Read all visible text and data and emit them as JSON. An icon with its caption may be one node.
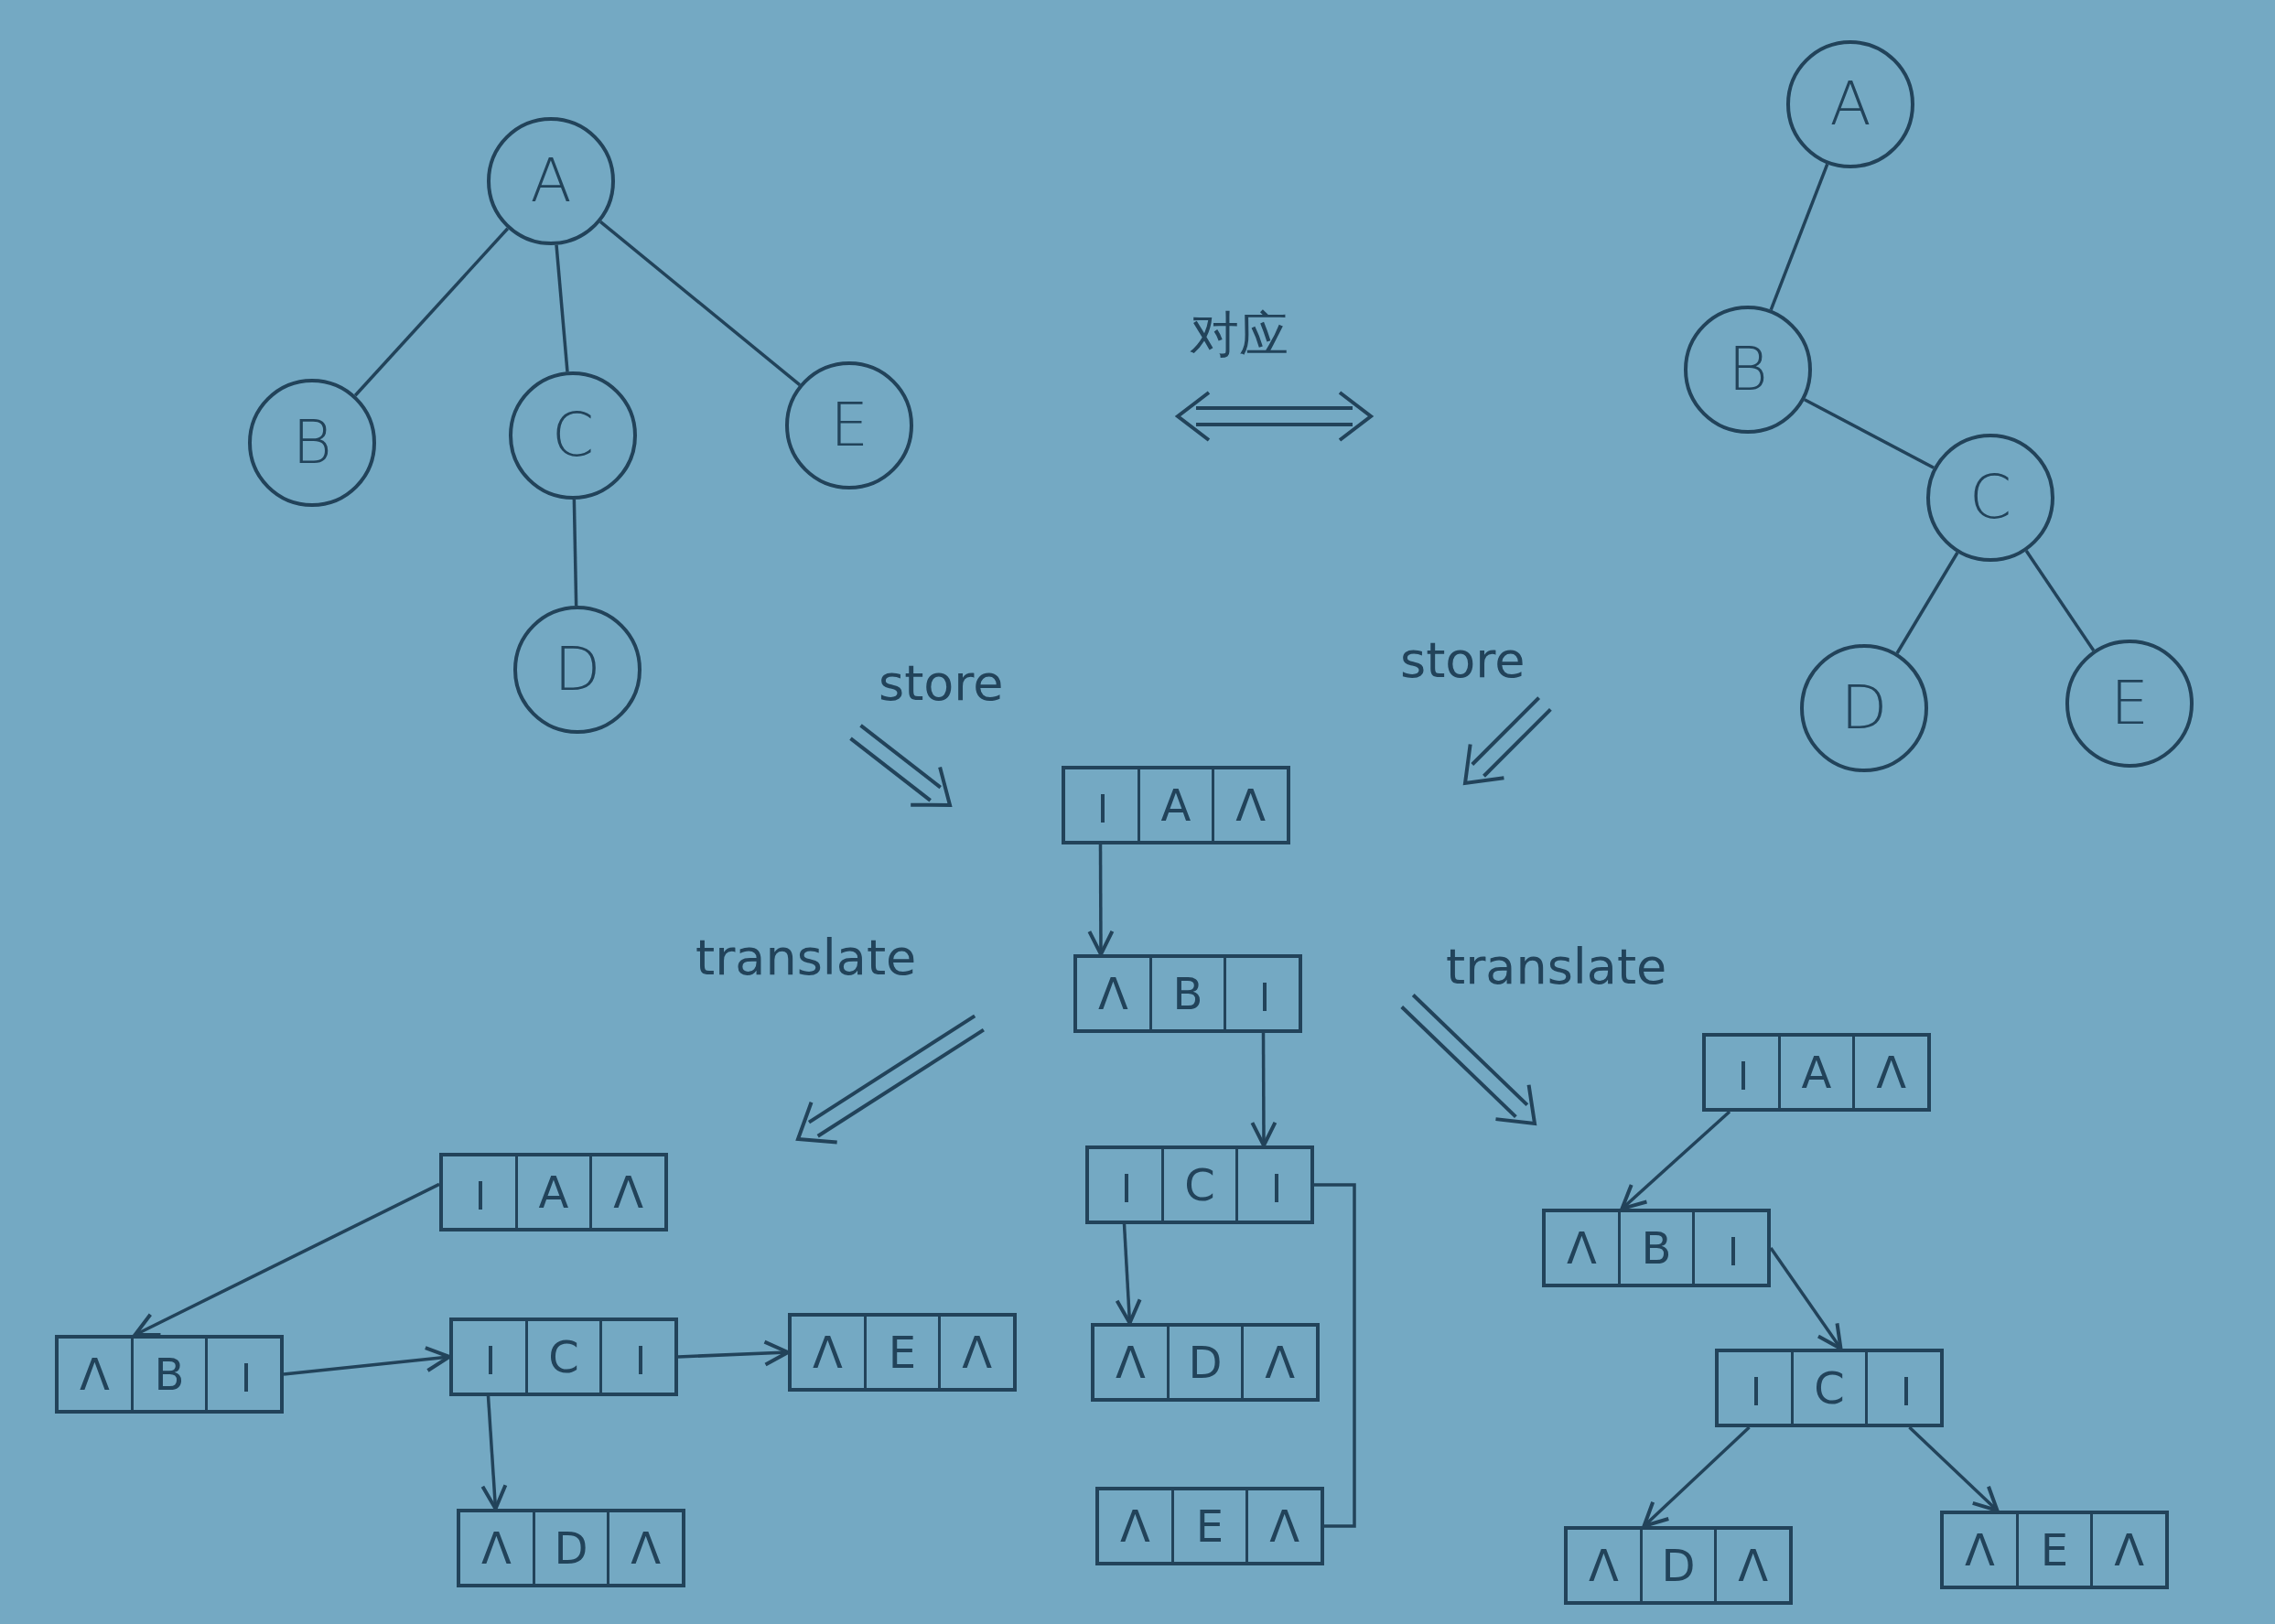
{
  "diagram": {
    "nodes": [
      {
        "text": [
          "A"
        ]
      },
      {
        "text": [
          "B"
        ]
      },
      {
        "text": [
          "C"
        ]
      },
      {
        "text": [
          "E"
        ]
      },
      {
        "text": [
          "D"
        ]
      },
      {
        "text": [
          "A"
        ]
      },
      {
        "text": [
          "B"
        ]
      },
      {
        "text": [
          "C"
        ]
      },
      {
        "text": [
          "D"
        ]
      },
      {
        "text": [
          "E"
        ]
      },
      {
        "text": [
          "A",
          "Λ"
        ]
      },
      {
        "text": [
          "Λ",
          "B"
        ]
      },
      {
        "text": [
          "C"
        ]
      },
      {
        "text": [
          "Λ",
          "D",
          "Λ"
        ]
      },
      {
        "text": [
          "Λ",
          "E",
          "Λ"
        ]
      },
      {
        "text": [
          "A",
          "Λ"
        ]
      },
      {
        "text": [
          "Λ",
          "B"
        ]
      },
      {
        "text": [
          "C"
        ]
      },
      {
        "text": [
          "Λ",
          "E",
          "Λ"
        ]
      },
      {
        "text": [
          "Λ",
          "D",
          "Λ"
        ]
      },
      {
        "text": [
          "A",
          "Λ"
        ]
      },
      {
        "text": [
          "Λ",
          "B"
        ]
      },
      {
        "text": [
          "C"
        ]
      },
      {
        "text": [
          "Λ",
          "D",
          "Λ"
        ]
      },
      {
        "text": [
          "Λ",
          "E",
          "Λ"
        ]
      }
    ],
    "edges": [
      {
        "from": 0,
        "to": 1,
        "arrow": "none"
      },
      {
        "from": 0,
        "to": 2,
        "arrow": "none"
      },
      {
        "from": 0,
        "to": 3,
        "arrow": "none"
      },
      {
        "from": 2,
        "to": 4,
        "arrow": "none"
      },
      {
        "from": 5,
        "to": 6,
        "arrow": "none"
      },
      {
        "from": 6,
        "to": 7,
        "arrow": "none"
      },
      {
        "from": 7,
        "to": 8,
        "arrow": "none"
      },
      {
        "from": 7,
        "to": 9,
        "arrow": "none"
      },
      {
        "from": 10,
        "to": 11,
        "arrow": "to"
      },
      {
        "from": 11,
        "to": 12,
        "arrow": "to"
      },
      {
        "from": 12,
        "to": 13,
        "arrow": "to"
      },
      {
        "from": 12,
        "to": 14,
        "arrow": "none"
      },
      {
        "from": 15,
        "to": 16,
        "arrow": "to"
      },
      {
        "from": 16,
        "to": 17,
        "arrow": "to"
      },
      {
        "from": 17,
        "to": 18,
        "arrow": "to"
      },
      {
        "from": 17,
        "to": 19,
        "arrow": "to"
      },
      {
        "from": 20,
        "to": 21,
        "arrow": "to"
      },
      {
        "from": 21,
        "to": 22,
        "arrow": "to"
      },
      {
        "from": 22,
        "to": 23,
        "arrow": "to"
      },
      {
        "from": 22,
        "to": 24,
        "arrow": "to"
      }
    ],
    "labels": [
      "对应",
      "store",
      "store",
      "translate",
      "translate"
    ]
  }
}
